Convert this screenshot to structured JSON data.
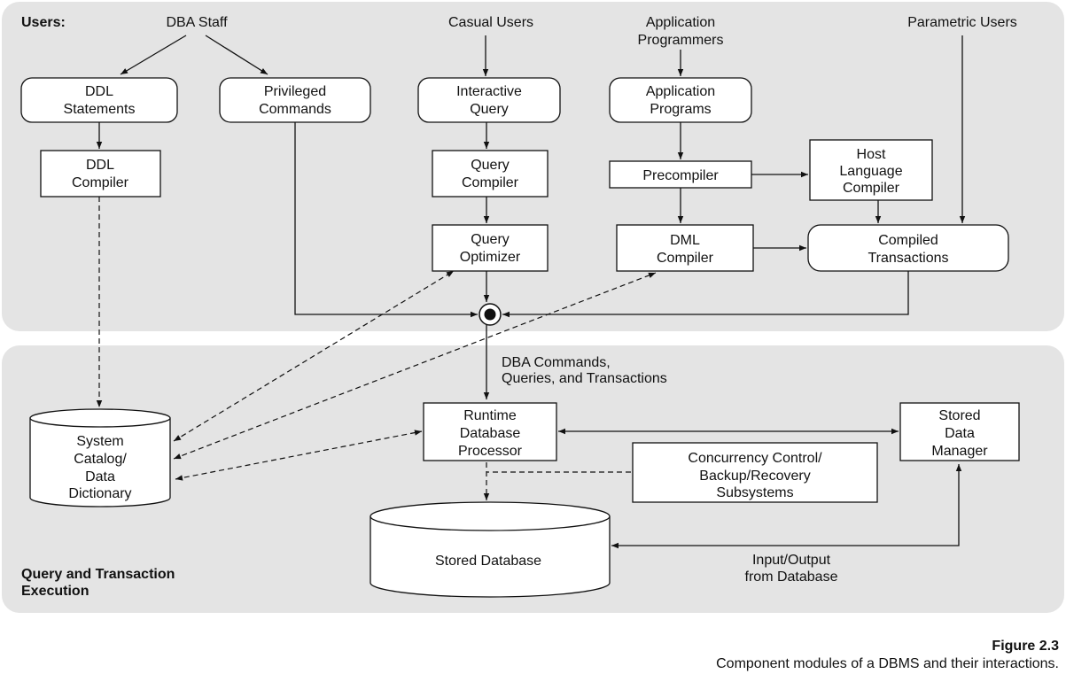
{
  "labels": {
    "users": "Users:",
    "execution_line1": "Query and Transaction",
    "execution_line2": "Execution"
  },
  "user_groups": {
    "dba_staff": "DBA Staff",
    "casual_users": "Casual Users",
    "app_programmers_line1": "Application",
    "app_programmers_line2": "Programmers",
    "parametric_users": "Parametric Users"
  },
  "boxes": {
    "ddl_statements": [
      "DDL",
      "Statements"
    ],
    "privileged_commands": [
      "Privileged",
      "Commands"
    ],
    "interactive_query": [
      "Interactive",
      "Query"
    ],
    "application_programs": [
      "Application",
      "Programs"
    ],
    "ddl_compiler": [
      "DDL",
      "Compiler"
    ],
    "query_compiler": [
      "Query",
      "Compiler"
    ],
    "precompiler": [
      "Precompiler"
    ],
    "host_language_compiler": [
      "Host",
      "Language",
      "Compiler"
    ],
    "query_optimizer": [
      "Query",
      "Optimizer"
    ],
    "dml_compiler": [
      "DML",
      "Compiler"
    ],
    "compiled_transactions": [
      "Compiled",
      "Transactions"
    ],
    "runtime_processor": [
      "Runtime",
      "Database",
      "Processor"
    ],
    "stored_data_manager": [
      "Stored",
      "Data",
      "Manager"
    ],
    "concurrency_control": [
      "Concurrency Control/",
      "Backup/Recovery",
      "Subsystems"
    ],
    "system_catalog": [
      "System",
      "Catalog/",
      "Data",
      "Dictionary"
    ],
    "stored_database": [
      "Stored Database"
    ]
  },
  "annotations": {
    "dba_commands_line1": "DBA Commands,",
    "dba_commands_line2": "Queries, and Transactions",
    "io_line1": "Input/Output",
    "io_line2": "from Database"
  },
  "caption": {
    "title": "Figure 2.3",
    "text": "Component modules of a DBMS and their interactions."
  }
}
